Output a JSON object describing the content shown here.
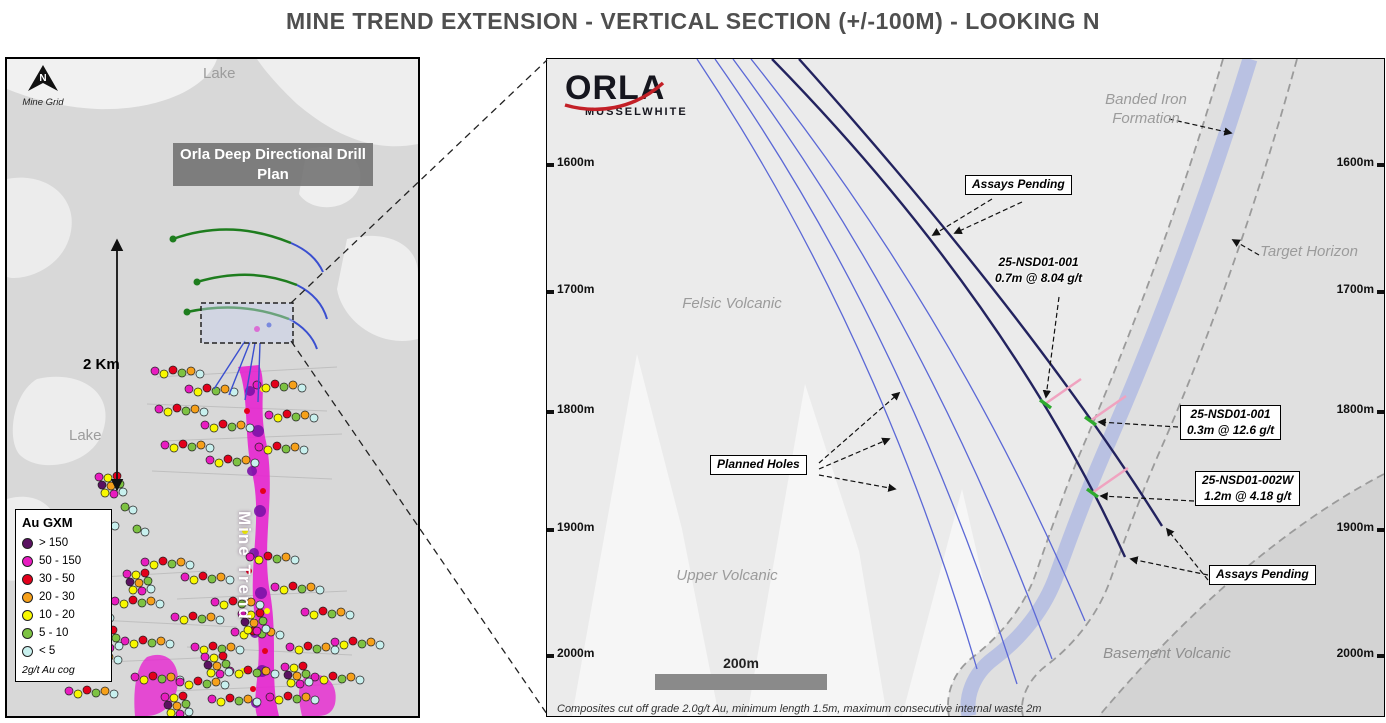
{
  "title": "MINE TREND EXTENSION - VERTICAL SECTION (+/-100M) - LOOKING N",
  "map_panel": {
    "north_arrow_letter": "N",
    "north_caption": "Mine Grid",
    "lake_top_label": "Lake",
    "lake_mid_label": "Lake",
    "drill_plan_title": "Orla Deep Directional Drill Plan",
    "scale_label": "2 Km",
    "mine_trend_label": "Mine Trend",
    "legend": {
      "title": "Au GXM",
      "items": [
        {
          "label": "> 150",
          "color": "#5a1161"
        },
        {
          "label": "50 - 150",
          "color": "#e81cc0"
        },
        {
          "label": "30 - 50",
          "color": "#e3001b"
        },
        {
          "label": "20 - 30",
          "color": "#f6a01a"
        },
        {
          "label": "10 - 20",
          "color": "#f8f800"
        },
        {
          "label": "5 - 10",
          "color": "#7dc242"
        },
        {
          "label": "< 5",
          "color": "#c8f0ee"
        }
      ],
      "footnote": "2g/t Au cog"
    }
  },
  "section_panel": {
    "logo_brand": "ORLA",
    "logo_sub": "MUSSELWHITE",
    "depths": [
      "1600m",
      "1700m",
      "1800m",
      "1900m",
      "2000m"
    ],
    "geology": {
      "banded_iron_formation": "Banded Iron Formation",
      "target_horizon": "Target Horizon",
      "felsic_volcanic": "Felsic Volcanic",
      "upper_volcanic": "Upper Volcanic",
      "basement_volcanic": "Basement Volcanic"
    },
    "annotations": {
      "assays_pending_top": "Assays Pending",
      "planned_holes": "Planned Holes",
      "assays_pending_bottom": "Assays Pending",
      "intercept_1": {
        "hole_id": "25-NSD01-001",
        "grade": "0.7m @ 8.04 g/t"
      },
      "intercept_2": {
        "hole_id": "25-NSD01-001",
        "grade": "0.3m @ 12.6 g/t"
      },
      "intercept_3": {
        "hole_id": "25-NSD01-002W",
        "grade": "1.2m @ 4.18 g/t"
      }
    },
    "scale_bar_label": "200m",
    "footnote": "Composites cut off grade 2.0g/t Au, minimum length 1.5m, maximum consecutive internal waste 2m"
  }
}
